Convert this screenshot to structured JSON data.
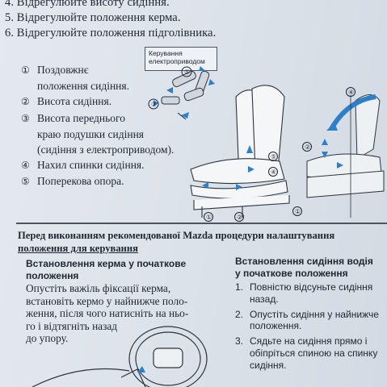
{
  "top_list": [
    {
      "text": "4. Відрегулюйте висоту сидіння."
    },
    {
      "text": "5. Відрегулюйте положення керма."
    },
    {
      "text": "6. Відрегулюйте положення підголівника."
    }
  ],
  "parts": [
    {
      "num": "①",
      "lines": [
        "Поздовжнє",
        "положення сидіння."
      ]
    },
    {
      "num": "②",
      "lines": [
        "Висота сидіння."
      ]
    },
    {
      "num": "③",
      "lines": [
        "Висота переднього",
        "краю подушки сидіння",
        "(сидіння  з електроприводом)."
      ]
    },
    {
      "num": "④",
      "lines": [
        "Нахил спинки сидіння."
      ]
    },
    {
      "num": "⑤",
      "lines": [
        "Поперекова опора."
      ]
    }
  ],
  "figure": {
    "control_label_line1": "Керування",
    "control_label_line2": "електроприводом",
    "callouts": [
      "①",
      "②",
      "③",
      "④",
      "⑤"
    ]
  },
  "section_title_line1": "Перед виконанням рекомендованої Mazda процедури налаштування",
  "section_title_line2": "положення для керування",
  "left": {
    "heading_line1": "Встановлення  керма  у  початкове",
    "heading_line2": "положення",
    "para_lines": [
      "Опустіть  важіль  фіксації  керма,",
      "встановіть кермо у найнижче поло-",
      "ження, після чого натисніть на ньо-",
      "го і відтягніть назад",
      "до упору."
    ]
  },
  "right": {
    "heading_line1": "Встановлення сидіння водія",
    "heading_line2": "у початкове положення",
    "steps": [
      {
        "num": "1.",
        "lines": [
          "Повністю відсуньте сидіння",
          "назад."
        ]
      },
      {
        "num": "2.",
        "lines": [
          "Опустіть сидіння у найнижче",
          "положення."
        ]
      },
      {
        "num": "3.",
        "lines": [
          "Сядьте на сидіння прямо і",
          "обіпріться спиною на спинку",
          "сидіння."
        ]
      }
    ]
  },
  "colors": {
    "arrow_blue": "#2f7fc8",
    "ink": "#1e2630"
  }
}
